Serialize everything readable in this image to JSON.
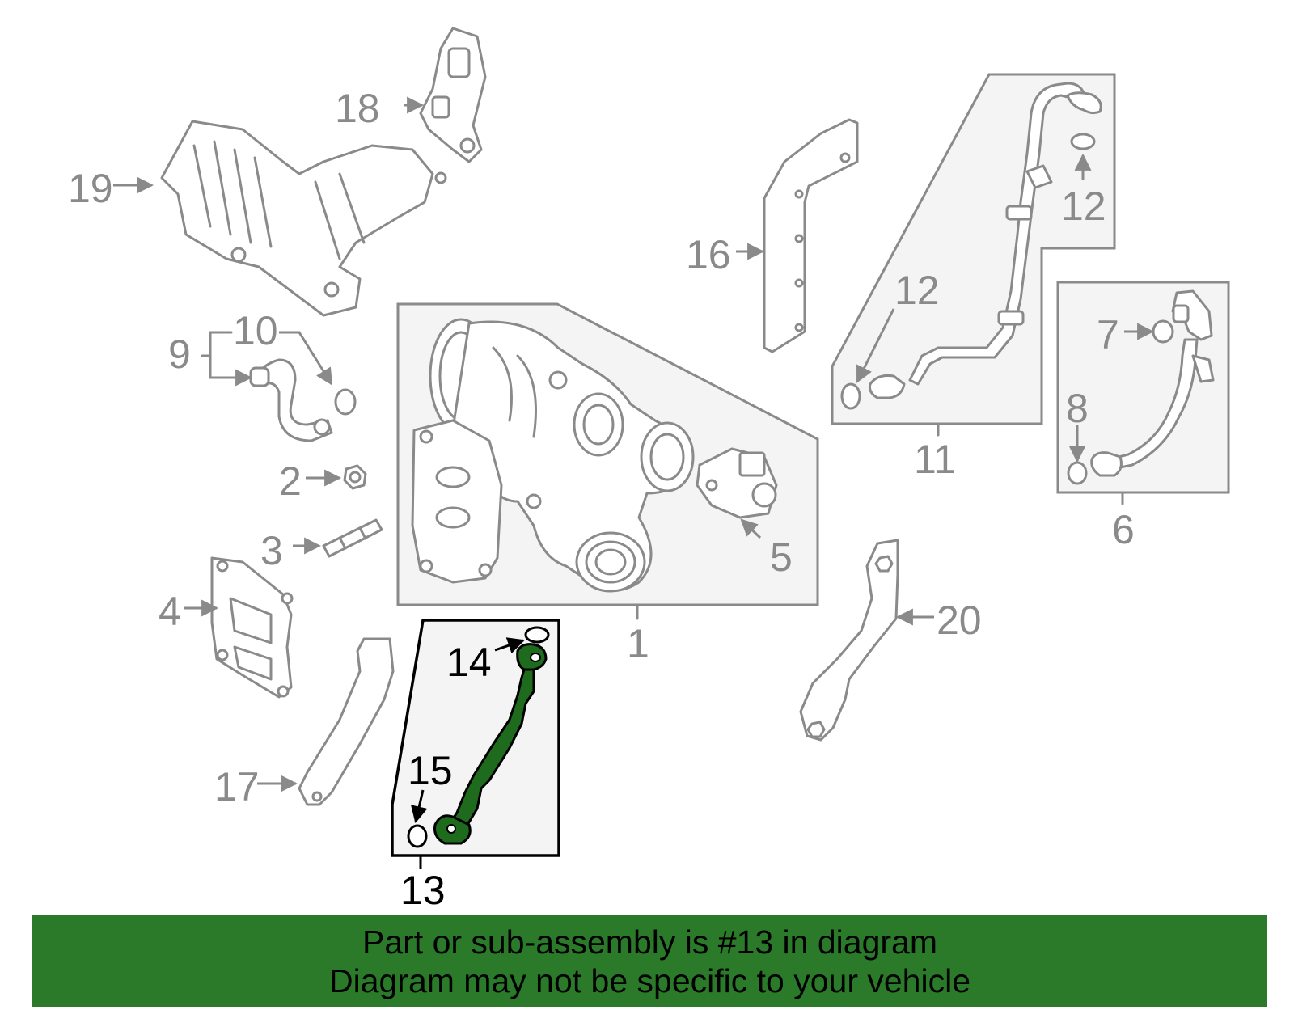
{
  "highlight_color": "#2a7a2a",
  "labels": {
    "l1": "1",
    "l2": "2",
    "l3": "3",
    "l4": "4",
    "l5": "5",
    "l6": "6",
    "l7": "7",
    "l8": "8",
    "l9": "9",
    "l10": "10",
    "l11": "11",
    "l12a": "12",
    "l12b": "12",
    "l13": "13",
    "l14": "14",
    "l15": "15",
    "l16": "16",
    "l17": "17",
    "l18": "18",
    "l19": "19",
    "l20": "20"
  },
  "banner": {
    "line1": "Part or sub-assembly is #13 in diagram",
    "line2": "Diagram may not be specific to your vehicle"
  }
}
